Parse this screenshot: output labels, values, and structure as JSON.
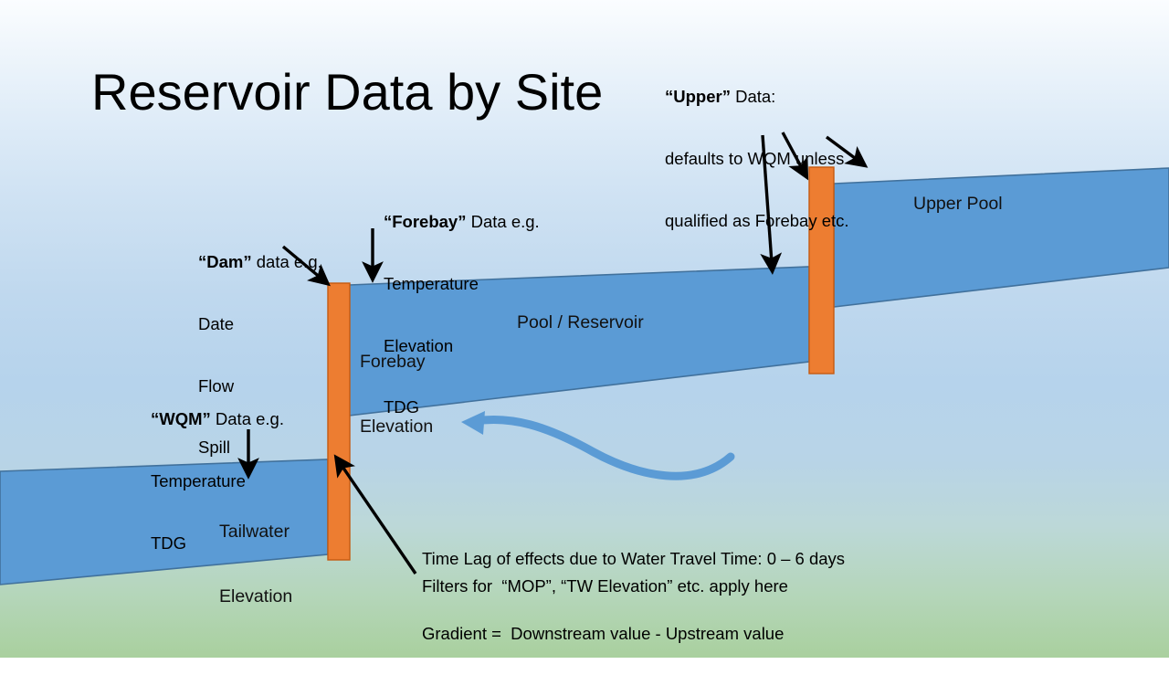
{
  "slide": {
    "title": "Reservoir Data by Site",
    "background": {
      "top_color": "#fbfdff",
      "mid_color": "#b6d3ec",
      "bottom_color": "#a9d09e"
    },
    "colors": {
      "water_band": "#5b9bd5",
      "water_band_stroke": "#41719c",
      "dam": "#ed7d31",
      "dam_stroke": "#c55a11",
      "flow_arrow": "#5b9bd5",
      "callout_arrow": "#000000"
    }
  },
  "annotations": {
    "upper": {
      "line1_quoted": "“Upper”",
      "line1_rest": " Data:",
      "line2": "defaults to WQM unless",
      "line3": "qualified as Forebay etc."
    },
    "forebay": {
      "line1_quoted": "“Forebay”",
      "line1_rest": " Data e.g.",
      "line2": "Temperature",
      "line3": "Elevation",
      "line4": "TDG"
    },
    "dam": {
      "line1_quoted": "“Dam”",
      "line1_rest": " data e.g.",
      "line2": "Date",
      "line3": "Flow",
      "line4": "Spill"
    },
    "wqm": {
      "line1_quoted": "“WQM”",
      "line1_rest": " Data e.g.",
      "line2": "Temperature",
      "line3": "TDG"
    },
    "footnotes": {
      "time_lag": "Time Lag of effects due to Water Travel Time: 0 – 6 days",
      "gradient": "Gradient =  Downstream value - Upstream value",
      "filters": "Filters for  “MOP”, “TW Elevation” etc. apply here"
    }
  },
  "diagram_labels": {
    "forebay_elevation_line1": "Forebay",
    "forebay_elevation_line2": "Elevation",
    "pool_reservoir": "Pool / Reservoir",
    "upper_pool": "Upper Pool",
    "tailwater_line1": "Tailwater",
    "tailwater_line2": "Elevation"
  }
}
